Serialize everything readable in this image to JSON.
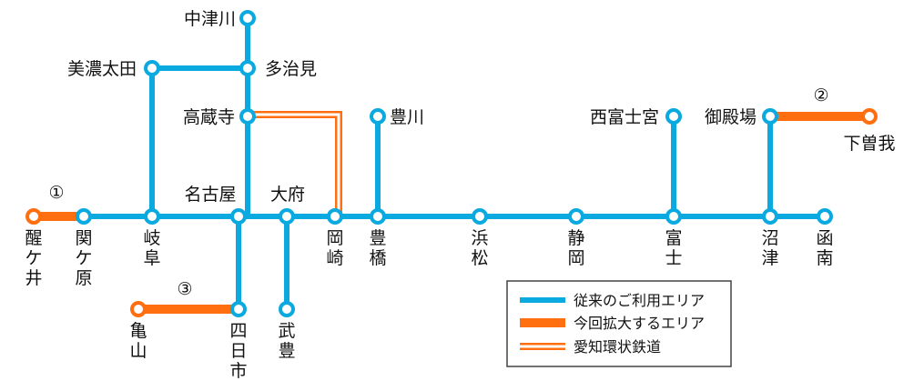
{
  "colors": {
    "existing_line": "#0aa9e0",
    "expanded_line": "#ff6f0f",
    "aichi_loop": "#ff6f0f",
    "station_fill": "#ffffff",
    "text": "#111111",
    "legend_border": "#444444"
  },
  "stations": {
    "samegai": "醒ケ井",
    "sekigahara": "関ケ原",
    "gifu": "岐阜",
    "nagoya": "名古屋",
    "obu": "大府",
    "okazaki": "岡崎",
    "toyohashi": "豊橋",
    "hamamatsu": "浜松",
    "shizuoka": "静岡",
    "fuji": "富士",
    "numazu": "沼津",
    "kannami": "函南",
    "nakatsugawa": "中津川",
    "tajimi": "多治見",
    "minoota": "美濃太田",
    "kozoji": "高蔵寺",
    "toyokawa": "豊川",
    "nishifujinomiya": "西富士宮",
    "gotemba": "御殿場",
    "shimosoga": "下曽我",
    "kameyama": "亀山",
    "yokkaichi": "四日市",
    "taketoyo": "武豊"
  },
  "area_markers": {
    "area1": "①",
    "area2": "②",
    "area3": "③"
  },
  "legend": {
    "existing": "従来のご利用エリア",
    "expanded": "今回拡大するエリア",
    "aichi_loop": "愛知環状鉄道"
  }
}
